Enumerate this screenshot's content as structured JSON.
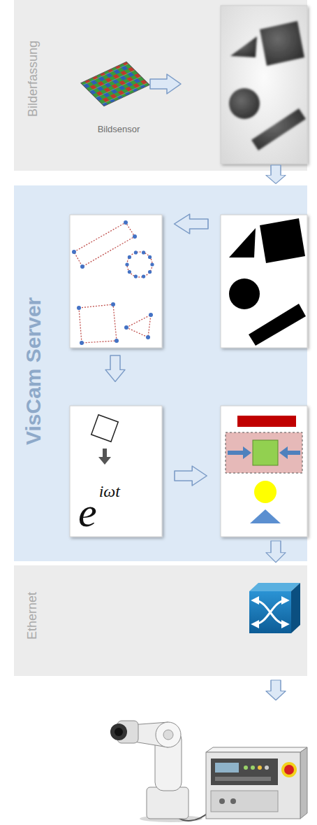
{
  "diagram": {
    "nodes": [
      {
        "text": [
          "Bilderfassung"
        ]
      },
      {
        "text": [
          "VisCam Server"
        ]
      },
      {
        "text": [
          "e",
          "iωt"
        ],
        "in": 1
      },
      {
        "text": [
          "Ethernet"
        ]
      }
    ],
    "labels": [
      "Bildsensor"
    ]
  }
}
